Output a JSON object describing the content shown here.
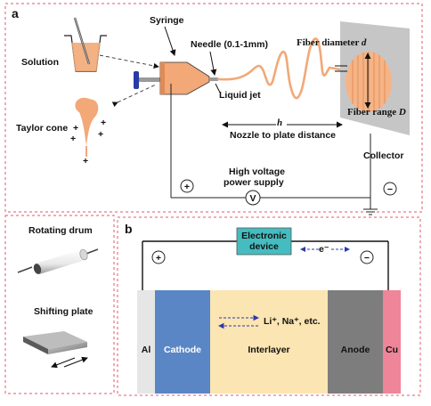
{
  "panel_a": {
    "letter": "a",
    "solution": "Solution",
    "syringe": "Syringe",
    "needle": "Needle (0.1-1mm)",
    "liquid_jet": "Liquid jet",
    "taylor_cone": "Taylor cone",
    "fiber_diameter": "Fiber diameter ",
    "fiber_diameter_var": "d",
    "fiber_range": "Fiber range ",
    "fiber_range_var": "D",
    "h_var": "h",
    "nozzle_distance": "Nozzle to plate distance",
    "collector": "Collector",
    "voltage_line1": "High voltage",
    "voltage_line2": "power supply",
    "voltmeter": "V",
    "plus": "+",
    "minus": "−",
    "rotating_drum": "Rotating drum",
    "shifting_plate": "Shifting plate"
  },
  "panel_b": {
    "letter": "b",
    "device_line1": "Electronic",
    "device_line2": "device",
    "electron": "e⁻",
    "plus": "+",
    "minus": "−",
    "ions": "Li⁺, Na⁺, etc.",
    "layers": [
      {
        "label": "Al",
        "color": "#e6e6e6"
      },
      {
        "label": "Cathode",
        "color": "#5b86c6"
      },
      {
        "label": "Interlayer",
        "color": "#fbe5b2"
      },
      {
        "label": "Anode",
        "color": "#7d7d7d"
      },
      {
        "label": "Cu",
        "color": "#ef8598"
      }
    ]
  },
  "colors": {
    "dashed_border": "#e05a6e",
    "fluid": "#f2a877",
    "collector": "#c6c6c6",
    "device": "#45bcc0",
    "arrow_blue": "#2a3aa8"
  }
}
